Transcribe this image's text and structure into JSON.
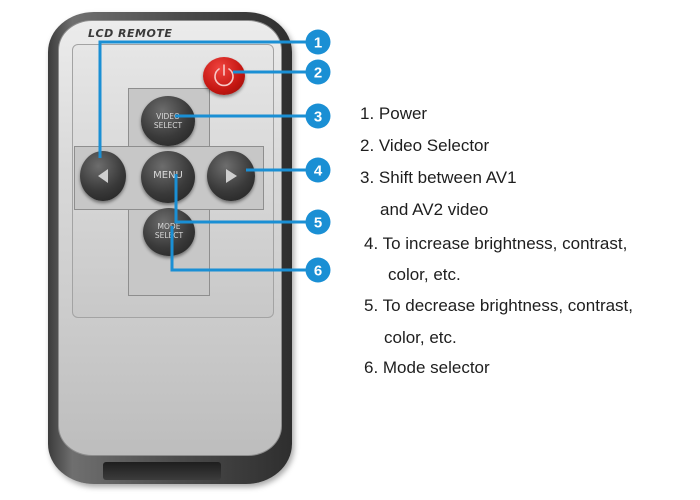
{
  "remote": {
    "brand": "LCD REMOTE",
    "buttons": {
      "video_selector": "VIDEO SELECT",
      "menu": "MENU",
      "mode_selector": "MODE SELECT"
    }
  },
  "callouts": [
    "1",
    "2",
    "3",
    "4",
    "5",
    "6"
  ],
  "legend": {
    "lines": [
      "1. Power",
      "2. Video Selector",
      "3. Shift between AV1",
      "and AV2 video",
      "4. To increase brightness, contrast,",
      "color, etc.",
      "5. To decrease brightness, contrast,",
      "color, etc.",
      "6. Mode selector"
    ]
  },
  "colors": {
    "callout": "#1a8fd4",
    "power_button": "#c41611",
    "remote_body": "#4a4a4a",
    "remote_face": "#d8d8d8",
    "button": "#3a3a3a"
  }
}
